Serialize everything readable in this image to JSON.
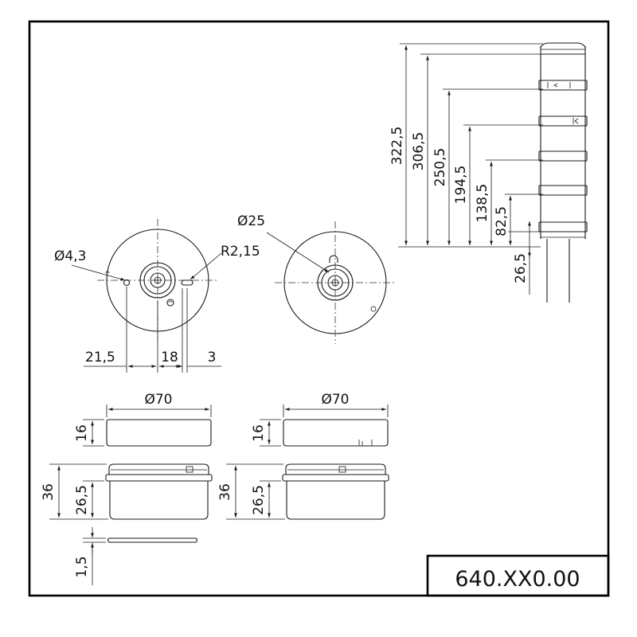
{
  "title_block": {
    "part_number": "640.XX0.00"
  },
  "dimensions": {
    "height_322_5": "322,5",
    "height_306_5": "306,5",
    "height_250_5": "250,5",
    "height_194_5": "194,5",
    "height_138_5": "138,5",
    "height_82_5": "82,5",
    "height_26_5_tube": "26,5",
    "hole_dia": "Ø4,3",
    "slot_radius": "R2,15",
    "center_dia": "Ø25",
    "offset_21_5": "21,5",
    "offset_18": "18",
    "offset_3": "3",
    "cap_dia_left": "Ø70",
    "cap_dia_right": "Ø70",
    "cap_height_left": "16",
    "cap_height_right": "16",
    "base_height_left": "36",
    "base_inner_left": "26,5",
    "base_height_right": "36",
    "base_inner_right": "26,5",
    "plate_thickness": "1,5"
  }
}
